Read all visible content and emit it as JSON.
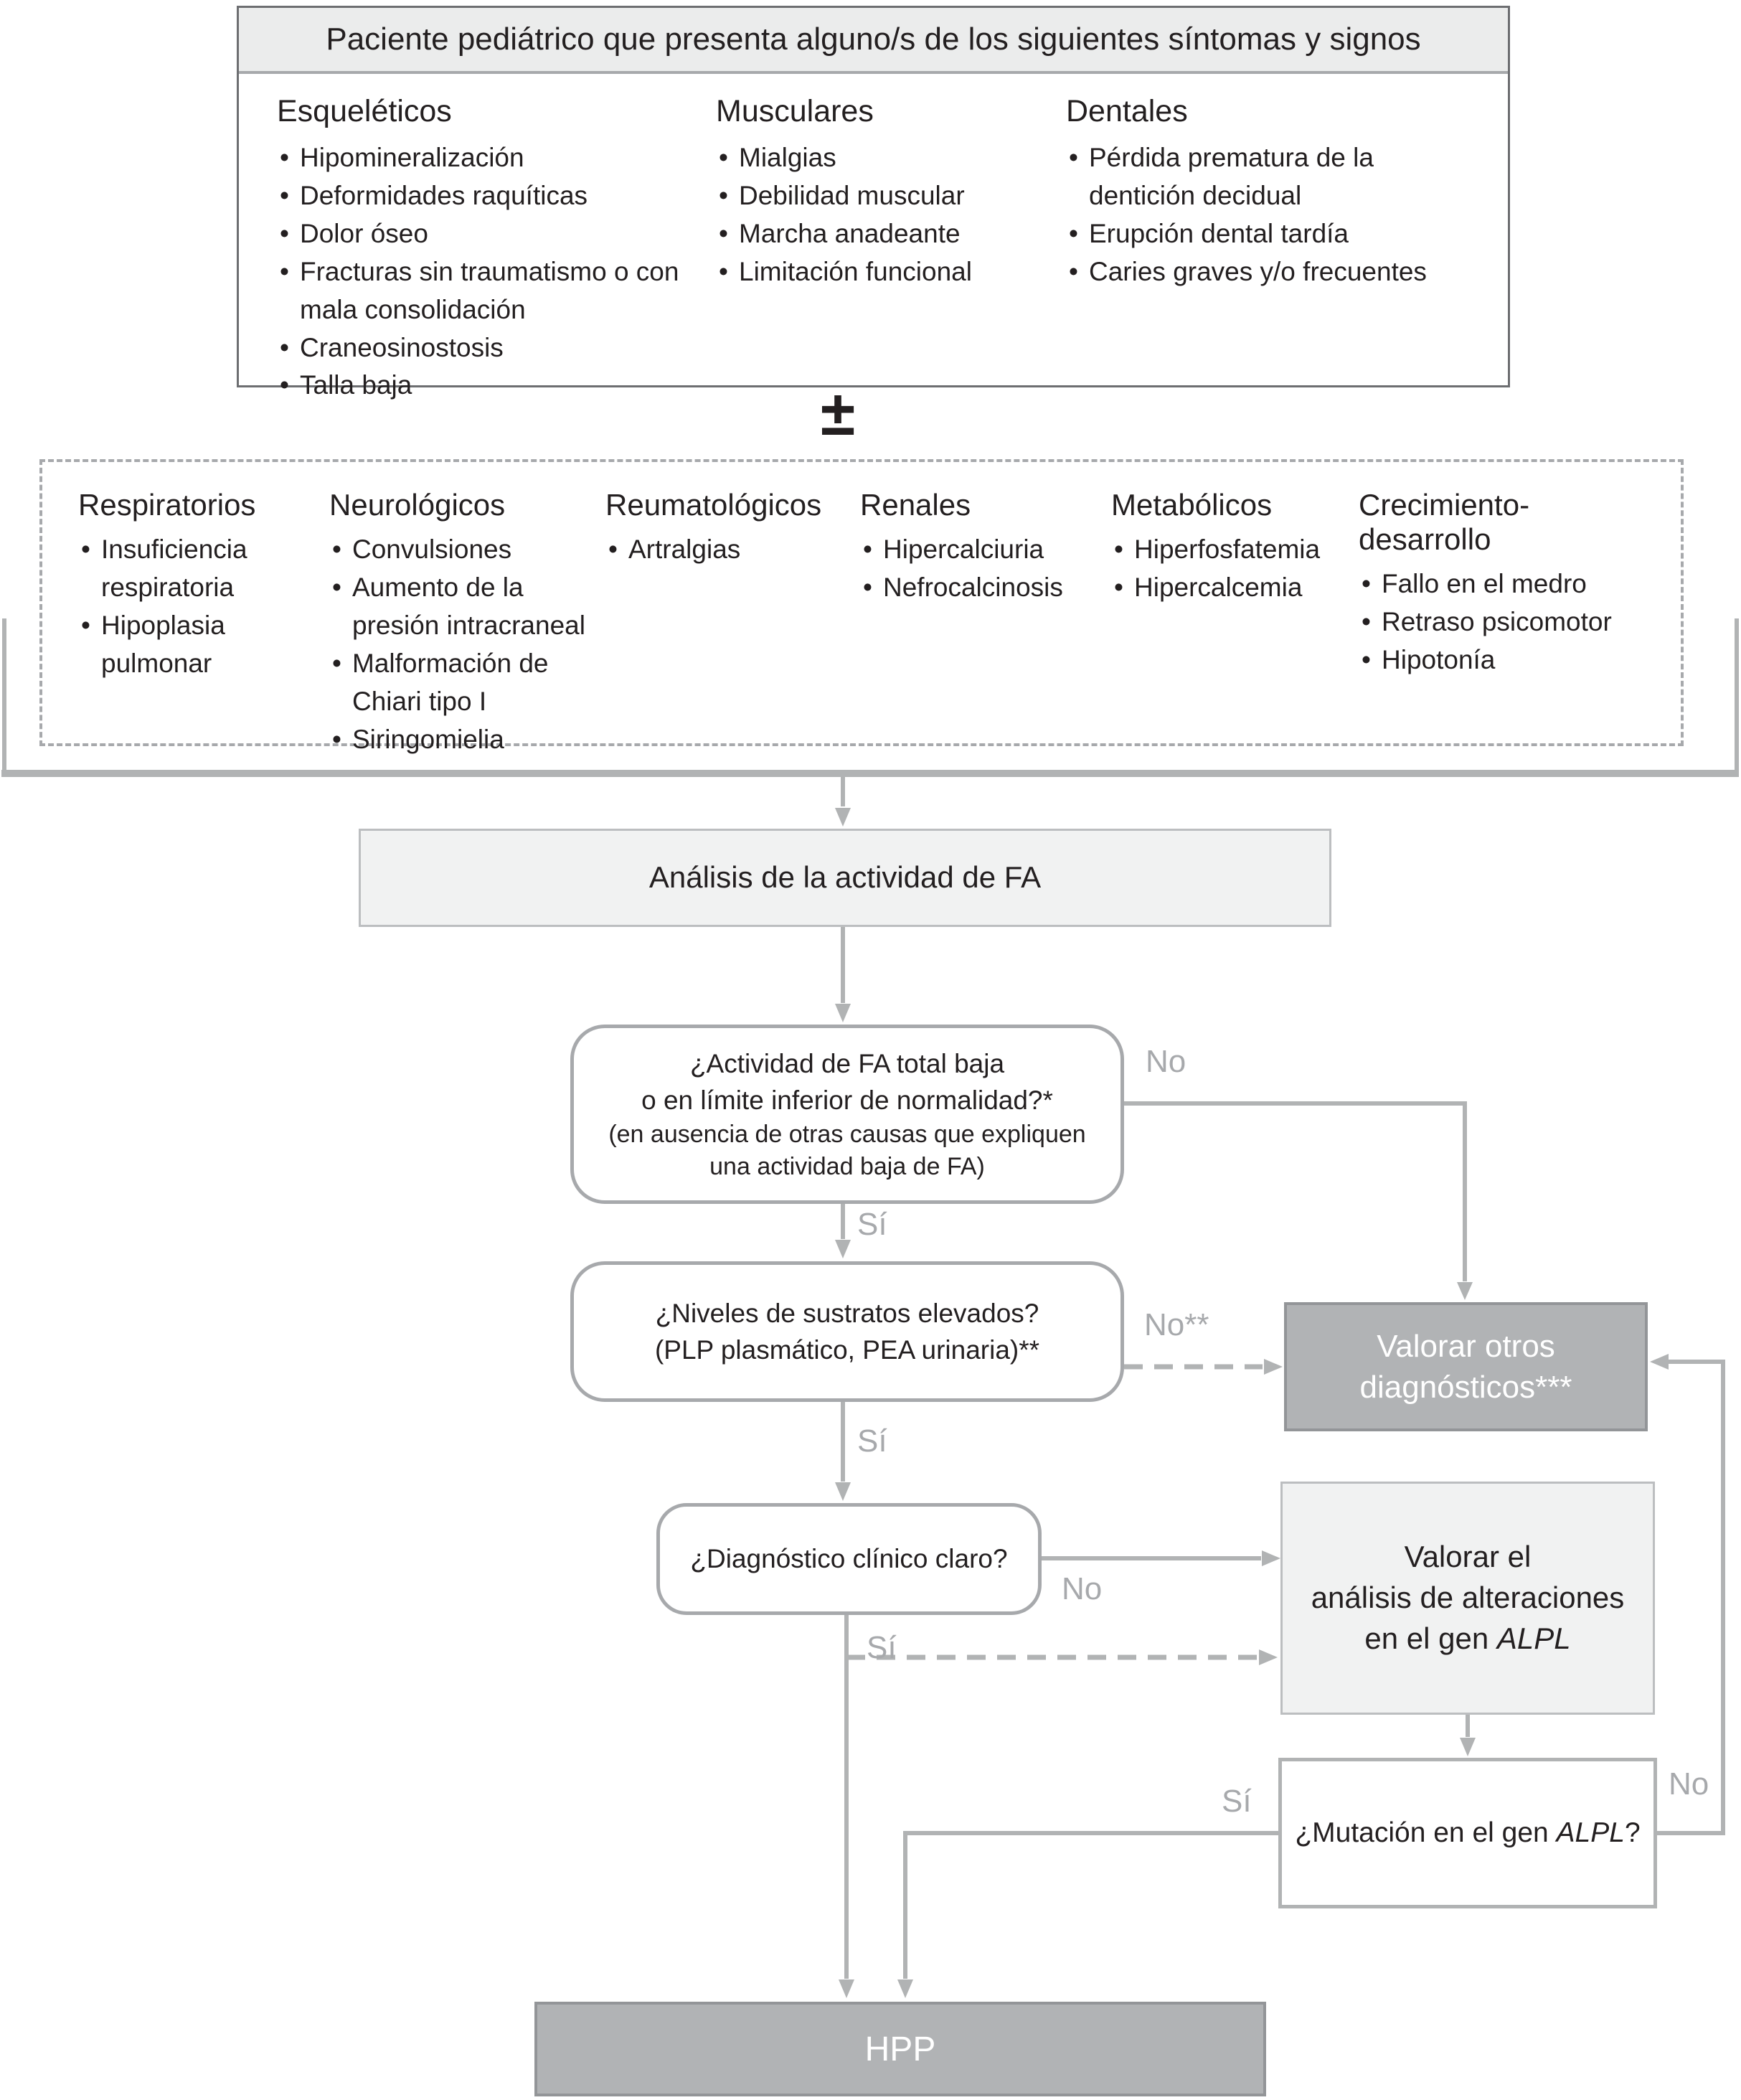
{
  "top_box": {
    "title": "Paciente pediátrico que presenta alguno/s de los siguientes síntomas y signos",
    "columns": [
      {
        "header": "Esqueléticos",
        "items": [
          "Hipomineralización",
          "Deformidades raquíticas",
          "Dolor óseo",
          "Fracturas sin traumatismo o con mala consolidación",
          "Craneosinostosis",
          "Talla baja"
        ]
      },
      {
        "header": "Musculares",
        "items": [
          "Mialgias",
          "Debilidad muscular",
          "Marcha anadeante",
          "Limitación funcional"
        ]
      },
      {
        "header": "Dentales",
        "items": [
          "Pérdida prematura de la dentición decidual",
          "Erupción dental tardía",
          "Caries graves y/o frecuentes"
        ]
      }
    ]
  },
  "plus_minus": "±",
  "secondary_box": {
    "columns": [
      {
        "header": "Respiratorios",
        "items": [
          "Insuficiencia respiratoria",
          "Hipoplasia pulmonar"
        ]
      },
      {
        "header": "Neurológicos",
        "items": [
          "Convulsiones",
          "Aumento de la presión intracraneal",
          "Malformación de Chiari tipo I",
          "Siringomielia"
        ]
      },
      {
        "header": "Reumatológicos",
        "items": [
          "Artralgias"
        ]
      },
      {
        "header": "Renales",
        "items": [
          "Hipercalciuria",
          "Nefrocalcinosis"
        ]
      },
      {
        "header": "Metabólicos",
        "items": [
          "Hiperfosfatemia",
          "Hipercalcemia"
        ]
      },
      {
        "header": "Crecimiento-desarrollo",
        "items": [
          "Fallo en el medro",
          "Retraso psicomotor",
          "Hipotonía"
        ]
      }
    ]
  },
  "analysis_box": {
    "label": "Análisis de la actividad de FA"
  },
  "decision1": {
    "line1": "¿Actividad de FA total baja",
    "line2": "o en límite inferior de normalidad?*",
    "line3": "(en ausencia de otras causas que expliquen",
    "line4": "una actividad baja de FA)"
  },
  "decision2": {
    "line1": "¿Niveles de sustratos elevados?",
    "line2": "(PLP plasmático, PEA urinaria)**"
  },
  "decision3": {
    "label": "¿Diagnóstico clínico claro?"
  },
  "other_diagnoses_box": {
    "line1": "Valorar otros",
    "line2": "diagnósticos***"
  },
  "alpl_analysis_box": {
    "line1": "Valorar el",
    "line2": "análisis de alteraciones",
    "line3_prefix": "en el gen ",
    "gene": "ALPL"
  },
  "mutation_box": {
    "prefix": "¿Mutación en el gen ",
    "gene": "ALPL",
    "suffix": "?"
  },
  "hpp_box": {
    "label": "HPP"
  },
  "edge_labels": {
    "no1": "No",
    "yes1": "Sí",
    "no2": "No**",
    "yes2": "Sí",
    "no3": "No",
    "yes3": "Sí",
    "mutation_no": "No",
    "mutation_yes": "Sí"
  },
  "colors": {
    "line_gray": "#b1b3b4",
    "label_gray": "#a7a9ac",
    "light_fill": "#f1f2f2",
    "dark_fill": "#b1b3b5",
    "ink": "#231f20"
  }
}
